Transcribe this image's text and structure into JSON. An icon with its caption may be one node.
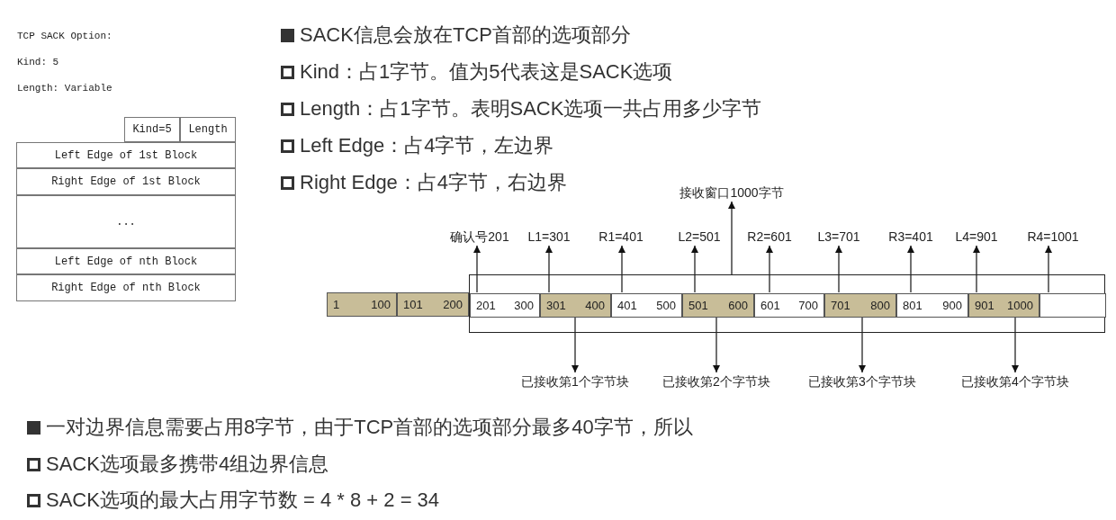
{
  "diagram": {
    "nodes": [
      {
        "text": [
          "Kind=5"
        ]
      },
      {
        "text": [
          "Length"
        ]
      },
      {
        "text": [
          "Left Edge of 1st Block"
        ]
      },
      {
        "text": [
          "Right Edge of 1st Block"
        ]
      },
      {
        "text": [
          "..."
        ]
      },
      {
        "text": [
          "Left Edge of nth Block"
        ]
      },
      {
        "text": [
          "Right Edge of nth Block"
        ]
      },
      {
        "text": [
          "接收窗口1000字节"
        ]
      },
      {
        "text": [
          "确认号201"
        ]
      },
      {
        "text": [
          "L1=301"
        ]
      },
      {
        "text": [
          "R1=401"
        ]
      },
      {
        "text": [
          "L2=501"
        ]
      },
      {
        "text": [
          "R2=601"
        ]
      },
      {
        "text": [
          "L3=701"
        ]
      },
      {
        "text": [
          "R3=401"
        ]
      },
      {
        "text": [
          "L4=901"
        ]
      },
      {
        "text": [
          "R4=1001"
        ]
      },
      {
        "text": [
          "1",
          "100"
        ]
      },
      {
        "text": [
          "101",
          "200"
        ]
      },
      {
        "text": [],
        "shape": "box"
      },
      {
        "text": [
          "201",
          "300"
        ],
        "in": 19
      },
      {
        "text": [
          "301",
          "400"
        ],
        "in": 19
      },
      {
        "text": [
          "401",
          "500"
        ],
        "in": 19
      },
      {
        "text": [
          "501",
          "600"
        ],
        "in": 19
      },
      {
        "text": [
          "601",
          "700"
        ],
        "in": 19
      },
      {
        "text": [
          "701",
          "800"
        ],
        "in": 19
      },
      {
        "text": [
          "801",
          "900"
        ],
        "in": 19
      },
      {
        "text": [
          "901",
          "1000"
        ],
        "in": 19
      },
      {
        "text": [],
        "shape": "box",
        "in": 19
      },
      {
        "text": [
          "已接收第1个字节块"
        ]
      },
      {
        "text": [
          "已接收第2个字节块"
        ]
      },
      {
        "text": [
          "已接收第3个字节块"
        ]
      },
      {
        "text": [
          "已接收第4个字节块"
        ]
      }
    ],
    "edges": [
      {
        "from": 19,
        "to": 7,
        "arrow": "to"
      },
      {
        "from": 20,
        "to": 8,
        "arrow": "to"
      },
      {
        "from": 21,
        "to": 9,
        "arrow": "to"
      },
      {
        "from": 22,
        "to": 10,
        "arrow": "to"
      },
      {
        "from": 23,
        "to": 11,
        "arrow": "to"
      },
      {
        "from": 24,
        "to": 12,
        "arrow": "to"
      },
      {
        "from": 25,
        "to": 13,
        "arrow": "to"
      },
      {
        "from": 26,
        "to": 14,
        "arrow": "to"
      },
      {
        "from": 27,
        "to": 15,
        "arrow": "to"
      },
      {
        "from": 28,
        "to": 16,
        "arrow": "to"
      },
      {
        "from": 21,
        "to": 29,
        "arrow": "to"
      },
      {
        "from": 23,
        "to": 30,
        "arrow": "to"
      },
      {
        "from": 25,
        "to": 31,
        "arrow": "to"
      },
      {
        "from": 27,
        "to": 32,
        "arrow": "to"
      }
    ],
    "labels": [
      "TCP SACK Option:",
      "Kind: 5",
      "Length: Variable",
      "SACK信息会放在TCP首部的选项部分",
      "Kind：占1字节。值为5代表这是SACK选项",
      "Length：占1字节。表明SACK选项一共占用多少字节",
      "Left Edge：占4字节，左边界",
      "Right Edge：占4字节，右边界",
      "一对边界信息需要占用8字节，由于TCP首部的选项部分最多40字节，所以",
      "SACK选项最多携带4组边界信息",
      "SACK选项的最大占用字节数 = 4 * 8 + 2 = 34"
    ]
  }
}
